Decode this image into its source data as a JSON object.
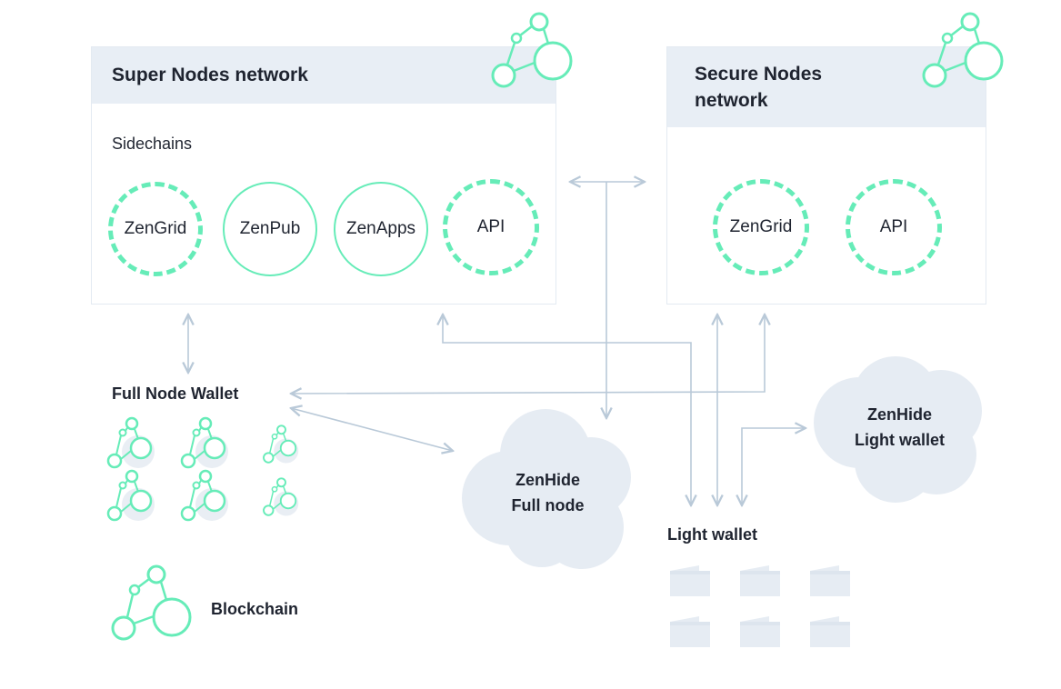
{
  "super_nodes": {
    "title": "Super Nodes network",
    "sidechains_label": "Sidechains",
    "nodes": [
      {
        "label": "ZenGrid",
        "style": "dashed"
      },
      {
        "label": "ZenPub",
        "style": "solid"
      },
      {
        "label": "ZenApps",
        "style": "solid"
      },
      {
        "label": "API",
        "style": "dashed"
      }
    ]
  },
  "secure_nodes": {
    "title_line1": "Secure Nodes",
    "title_line2": "network",
    "nodes": [
      {
        "label": "ZenGrid",
        "style": "dashed"
      },
      {
        "label": "API",
        "style": "dashed"
      }
    ]
  },
  "full_node_wallet": {
    "label": "Full Node Wallet"
  },
  "zenhide_full_node": {
    "line1": "ZenHide",
    "line2": "Full node"
  },
  "zenhide_light_wallet": {
    "line1": "ZenHide",
    "line2": "Light wallet"
  },
  "light_wallet": {
    "label": "Light wallet"
  },
  "legend": {
    "blockchain_label": "Blockchain"
  },
  "colors": {
    "accent": "#66ecb8",
    "panel_header": "#e8eef5",
    "connector": "#b9c9d8",
    "light_fill": "#e6ecf3"
  },
  "icons": [
    "blockchain-icon",
    "wallet-icon",
    "cloud-icon",
    "bidirectional-arrow"
  ]
}
